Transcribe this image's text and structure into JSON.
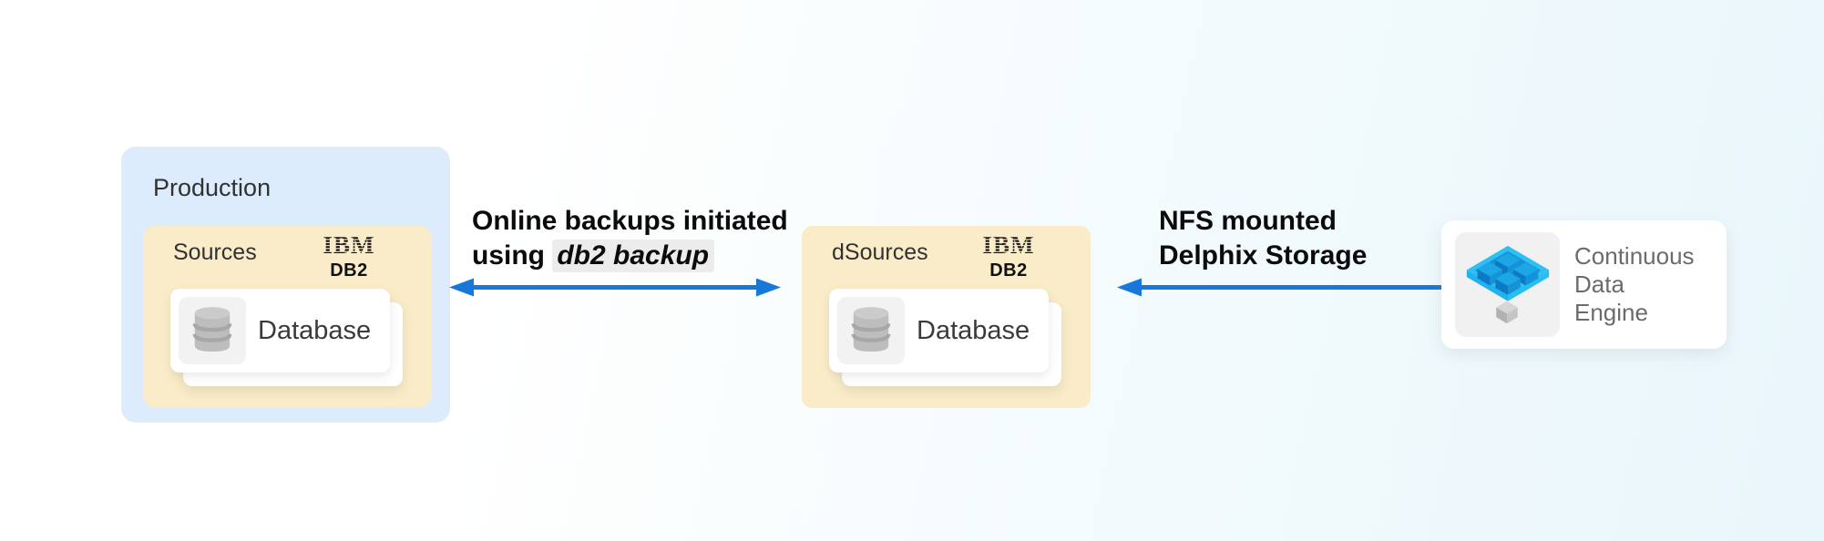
{
  "colors": {
    "background_start": "#ffffff",
    "background_end": "#e9f6fb",
    "production_bg": "#dcecfc",
    "sources_bg": "#faecc8",
    "card_bg": "#ffffff",
    "icon_tile_bg": "#f2f2f2",
    "arrow_blue": "#1878d8",
    "code_chip_bg": "#ececec",
    "label_text": "#0b0b0b",
    "engine_text": "#6b6b6b"
  },
  "production": {
    "label": "Production",
    "sources": {
      "label": "Sources",
      "logo": {
        "brand": "IBM",
        "product": "DB2"
      },
      "card": {
        "label": "Database",
        "icon": "database-cylinder-icon"
      }
    }
  },
  "backup_arrow": {
    "direction": "double-headed",
    "label_line1": "Online backups initiated",
    "label_line2_prefix": "using ",
    "label_line2_code": "db2 backup"
  },
  "dsources": {
    "label": "dSources",
    "logo": {
      "brand": "IBM",
      "product": "DB2"
    },
    "card": {
      "label": "Database",
      "icon": "database-cylinder-icon"
    }
  },
  "nfs_arrow": {
    "direction": "left",
    "label_line1": "NFS mounted",
    "label_line2": "Delphix Storage"
  },
  "engine": {
    "label_line1": "Continuous",
    "label_line2": "Data",
    "label_line3": "Engine",
    "icon": "delphix-continuous-data-engine-icon"
  }
}
